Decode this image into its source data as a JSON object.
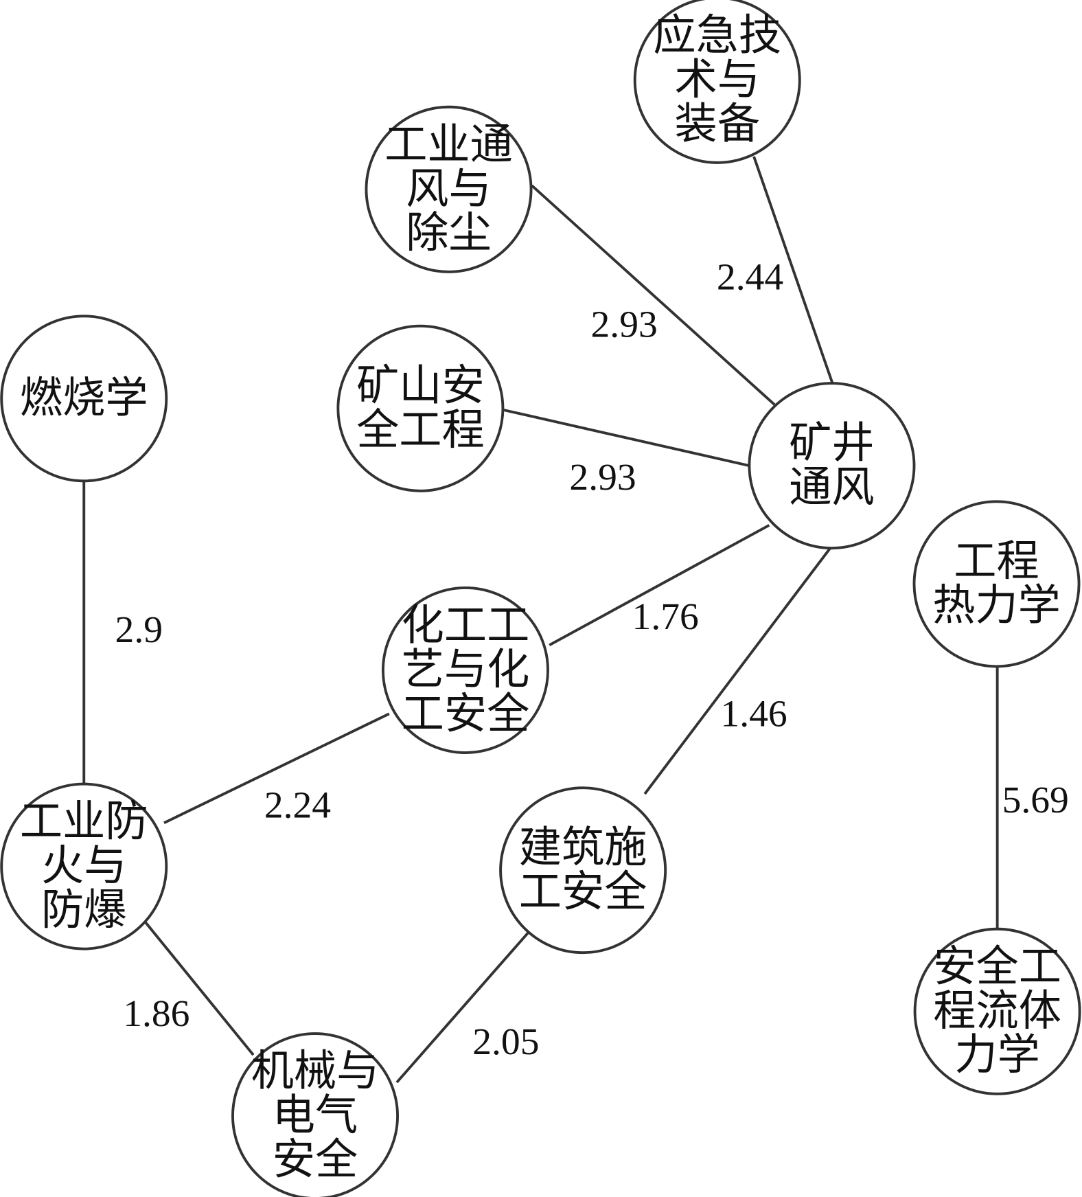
{
  "colors": {
    "stroke": "#333333",
    "fill": "#ffffff",
    "text": "#111111"
  },
  "diagram": {
    "nodes": [
      {
        "lines": [
          "应急技",
          "术与",
          "装备"
        ]
      },
      {
        "lines": [
          "工业通",
          "风与",
          "除尘"
        ]
      },
      {
        "lines": [
          "燃烧学"
        ]
      },
      {
        "lines": [
          "矿山安",
          "全工程"
        ]
      },
      {
        "lines": [
          "矿井",
          "通风"
        ]
      },
      {
        "lines": [
          "工程",
          "热力学"
        ]
      },
      {
        "lines": [
          "化工工",
          "艺与化",
          "工安全"
        ]
      },
      {
        "lines": [
          "工业防",
          "火与",
          "防爆"
        ]
      },
      {
        "lines": [
          "建筑施",
          "工安全"
        ]
      },
      {
        "lines": [
          "安全工",
          "程流体",
          "力学"
        ]
      },
      {
        "lines": [
          "机械与",
          "电气",
          "安全"
        ]
      }
    ],
    "edges": [
      {
        "from": 0,
        "to": 4,
        "weight": "2.44"
      },
      {
        "from": 1,
        "to": 4,
        "weight": "2.93"
      },
      {
        "from": 3,
        "to": 4,
        "weight": "2.93"
      },
      {
        "from": 4,
        "to": 6,
        "weight": "1.76"
      },
      {
        "from": 4,
        "to": 8,
        "weight": "1.46"
      },
      {
        "from": 2,
        "to": 7,
        "weight": "2.9"
      },
      {
        "from": 6,
        "to": 7,
        "weight": "2.24"
      },
      {
        "from": 5,
        "to": 9,
        "weight": "5.69"
      },
      {
        "from": 7,
        "to": 10,
        "weight": "1.86"
      },
      {
        "from": 8,
        "to": 10,
        "weight": "2.05"
      }
    ]
  }
}
